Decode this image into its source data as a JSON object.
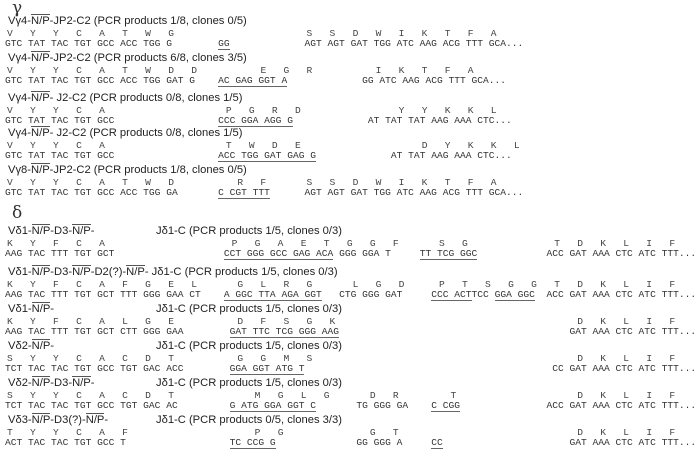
{
  "gamma": {
    "symbol": "γ",
    "entries": [
      {
        "header": [
          [
            "Vγ4-",
            ""
          ],
          [
            "N/P",
            "o"
          ],
          [
            "-JP2-C2 (PCR products 1/8, clones 0/5)",
            ""
          ]
        ],
        "aa": [
          {
            "c": 0,
            "t": "V   Y   Y   C   A   T   W   G"
          },
          {
            "c": 52,
            "t": "S   S   D   W   I   K   T   F   A"
          }
        ],
        "nt": [
          {
            "c": 0,
            "t": "GTC TAT TAC TGT GCC ACC TGG G"
          },
          {
            "c": 37,
            "t": "GG",
            "u": 1
          },
          {
            "c": 52,
            "t": "AGT AGT GAT TGG ATC AAG ACG TTT GCA..."
          }
        ]
      },
      {
        "header": [
          [
            "Vγ4-",
            ""
          ],
          [
            "N/P",
            "o"
          ],
          [
            "-JP2-C2 (PCR products 6/8, clones 3/5)",
            ""
          ]
        ],
        "aa": [
          {
            "c": 0,
            "t": "V   Y   Y   C   A   T   W   D   D"
          },
          {
            "c": 44,
            "t": "E   G   R"
          },
          {
            "c": 64,
            "t": "I   K   T   F   A"
          }
        ],
        "nt": [
          {
            "c": 0,
            "t": "GTC TAT TAC TGT GCC ACC TGG GAT G"
          },
          {
            "c": 37,
            "t": "AC GAG GGT A",
            "u": 1
          },
          {
            "c": 62,
            "t": "GG ATC AAG ACG TTT GCA..."
          }
        ]
      },
      {
        "header": [
          [
            "Vγ4-",
            ""
          ],
          [
            "N/P",
            "o"
          ],
          [
            "- J2-C2 (PCR products 0/8, clones 1/5)",
            ""
          ]
        ],
        "aa": [
          {
            "c": 0,
            "t": "V   Y   Y   C   A"
          },
          {
            "c": 38,
            "t": "P   G   R   D"
          },
          {
            "c": 68,
            "t": "Y   Y   K   K   L"
          }
        ],
        "nt": [
          {
            "c": 0,
            "t": "GTC TAT TAC TGT GCC"
          },
          {
            "c": 37,
            "t": "CCC GGA AGG G",
            "u": 1
          },
          {
            "c": 63,
            "t": "AT TAT TAT AAG AAA CTC..."
          }
        ]
      },
      {
        "header": [
          [
            "Vγ4-",
            ""
          ],
          [
            "N/P",
            "o"
          ],
          [
            "- J2-C2 (PCR products 0/8, clones 1/5)",
            ""
          ]
        ],
        "aa": [
          {
            "c": 0,
            "t": "V   Y   Y   C   A"
          },
          {
            "c": 38,
            "t": "T   W   D   E"
          },
          {
            "c": 72,
            "t": "D   Y   K   K   L"
          }
        ],
        "nt": [
          {
            "c": 0,
            "t": "GTC TAT TAC TGT GCC"
          },
          {
            "c": 37,
            "t": "ACC TGG GAT GAG G",
            "u": 1
          },
          {
            "c": 67,
            "t": "AT TAT AAG AAA CTC..."
          }
        ]
      },
      {
        "header": [
          [
            "Vγ8-",
            ""
          ],
          [
            "N/P",
            "o"
          ],
          [
            "-JP2-C2 (PCR products 1/8, clones 0/5)",
            ""
          ]
        ],
        "aa": [
          {
            "c": 0,
            "t": "V   Y   Y   C   A   T   W   D"
          },
          {
            "c": 40,
            "t": "R   F"
          },
          {
            "c": 52,
            "t": "S   S   D   W   I   K   T   F   A"
          }
        ],
        "nt": [
          {
            "c": 0,
            "t": "GTC TAT TAC TGT GCC ACC TGG GA"
          },
          {
            "c": 37,
            "t": "C CGT TTT",
            "u": 1
          },
          {
            "c": 52,
            "t": "AGT AGT GAT TGG ATC AAG ACG TTT GCA..."
          }
        ]
      }
    ]
  },
  "delta": {
    "symbol": "δ",
    "entries": [
      {
        "header": [
          [
            "Vδ1-",
            ""
          ],
          [
            "N/P",
            "o"
          ],
          [
            "-D3-",
            ""
          ],
          [
            "N/P",
            "o"
          ],
          [
            "-",
            ""
          ]
        ],
        "header2": {
          "c": 22,
          "t": "Jδ1-C (PCR products 1/5, clones 0/3)"
        },
        "aa": [
          {
            "c": 0,
            "t": "K   Y   F   C   A"
          },
          {
            "c": 39,
            "t": "P   G   A   E   T"
          },
          {
            "c": 59,
            "t": "G   G   F"
          },
          {
            "c": 75,
            "t": "S   G"
          },
          {
            "c": 95,
            "t": "T   D   K   L   I   F"
          }
        ],
        "nt": [
          {
            "c": 0,
            "t": "AAG TAC TTT TGT GCT"
          },
          {
            "c": 38,
            "t": "CCT GGG GCC GAG ACA",
            "u": 1
          },
          {
            "c": 58,
            "t": "GGG GGA T"
          },
          {
            "c": 72,
            "t": "TT TCG GGC",
            "u": 1
          },
          {
            "c": 94,
            "t": "ACC GAT AAA CTC ATC TTT..."
          }
        ]
      },
      {
        "header": [
          [
            "Vδ1-",
            ""
          ],
          [
            "N/P",
            "o"
          ],
          [
            "-D3-",
            ""
          ],
          [
            "N/P",
            "o"
          ],
          [
            "-D2(?)-",
            ""
          ],
          [
            "N/P",
            "o"
          ],
          [
            "- Jδ1-C (PCR products 1/5, clones 0/3)",
            ""
          ]
        ],
        "aa": [
          {
            "c": 0,
            "t": "K   Y   F   C   A   F   G   E   L"
          },
          {
            "c": 40,
            "t": "G   L   R   G"
          },
          {
            "c": 60,
            "t": "L   G   D"
          },
          {
            "c": 75,
            "t": "P   T   S   G   G"
          },
          {
            "c": 95,
            "t": "T   D   K   L   I   F"
          }
        ],
        "nt": [
          {
            "c": 0,
            "t": "AAG TAC TTT TGT GCT TTT GGG GAA CT"
          },
          {
            "c": 38,
            "t": "A GGC TTA AGA GGT",
            "u": 1
          },
          {
            "c": 58,
            "t": "CTG GGG GAT"
          },
          {
            "c": 74,
            "t": "CCC ACT",
            "u": 1
          },
          {
            "c": 81,
            "t": "TCC"
          },
          {
            "c": 85,
            "t": "GGA GGC",
            "u": 1
          },
          {
            "c": 94,
            "t": "ACC GAT AAA CTC ATC TTT..."
          }
        ]
      },
      {
        "header": [
          [
            "Vδ1-",
            ""
          ],
          [
            "N/P",
            "o"
          ],
          [
            "-",
            ""
          ]
        ],
        "header2": {
          "c": 22,
          "t": "Jδ1-C (PCR products 1/5, clones 0/3)"
        },
        "aa": [
          {
            "c": 0,
            "t": "K   Y   F   C   A   L   G   E"
          },
          {
            "c": 40,
            "t": "D   F   S   G   K"
          },
          {
            "c": 99,
            "t": "D   K   L   I   F"
          }
        ],
        "nt": [
          {
            "c": 0,
            "t": "AAG TAC TTT TGT GCT CTT GGG GAA"
          },
          {
            "c": 39,
            "t": "GAT TTC TCG GGG AAG",
            "u": 1
          },
          {
            "c": 98,
            "t": "GAT AAA CTC ATC TTT..."
          }
        ]
      },
      {
        "header": [
          [
            "Vδ2-",
            ""
          ],
          [
            "N/P",
            "o"
          ],
          [
            "-",
            ""
          ]
        ],
        "header2": {
          "c": 22,
          "t": "Jδ1-C (PCR products 1/5, clones 0/3)"
        },
        "aa": [
          {
            "c": 0,
            "t": "S   Y   Y   C   A   C   D   T"
          },
          {
            "c": 40,
            "t": "G   G   M   S"
          },
          {
            "c": 99,
            "t": "D   K   L   I   F"
          }
        ],
        "nt": [
          {
            "c": 0,
            "t": "TCT TAC TAC TGT GCC TGT GAC ACC"
          },
          {
            "c": 39,
            "t": "GGA GGT ATG T",
            "u": 1
          },
          {
            "c": 95,
            "t": "CC GAT AAA CTC ATC TTT..."
          }
        ]
      },
      {
        "header": [
          [
            "Vδ2-",
            ""
          ],
          [
            "N/P",
            "o"
          ],
          [
            "-D3-",
            ""
          ],
          [
            "N/P",
            "o"
          ],
          [
            "-",
            ""
          ]
        ],
        "header2": {
          "c": 22,
          "t": "Jδ1-C (PCR products 1/5, clones 0/3)"
        },
        "aa": [
          {
            "c": 0,
            "t": "S   Y   Y   C   A   C   D   T"
          },
          {
            "c": 43,
            "t": "M   G   L   G"
          },
          {
            "c": 63,
            "t": "D   R"
          },
          {
            "c": 77,
            "t": "T"
          },
          {
            "c": 99,
            "t": "D   K   L   I   F"
          }
        ],
        "nt": [
          {
            "c": 0,
            "t": "TCT TAC TAC TGT GCC TGT GAC AC"
          },
          {
            "c": 39,
            "t": "G ATG GGA GGT C",
            "u": 1
          },
          {
            "c": 61,
            "t": "TG GGG GA"
          },
          {
            "c": 74,
            "t": "C CGG",
            "u": 1
          },
          {
            "c": 94,
            "t": "ACC GAT AAA CTC ATC TTT..."
          }
        ]
      },
      {
        "header": [
          [
            "Vδ3-",
            ""
          ],
          [
            "N/P",
            "o"
          ],
          [
            "-D3(?)-",
            ""
          ],
          [
            "N/P",
            "o"
          ],
          [
            "-",
            ""
          ]
        ],
        "header2": {
          "c": 22,
          "t": "Jδ1-C (PCR products 0/5, clones 3/3)"
        },
        "aa": [
          {
            "c": 0,
            "t": "T   Y   Y   C   A   F"
          },
          {
            "c": 43,
            "t": "P   G"
          },
          {
            "c": 63,
            "t": "G   T"
          },
          {
            "c": 99,
            "t": "D   K   L   I   F"
          }
        ],
        "nt": [
          {
            "c": 0,
            "t": "ACT TAC TAC TGT GCC T"
          },
          {
            "c": 39,
            "t": "TC CCG G",
            "u": 1
          },
          {
            "c": 61,
            "t": "GG GGG A"
          },
          {
            "c": 74,
            "t": "CC",
            "u": 1
          },
          {
            "c": 98,
            "t": "GAT AAA CTC ATC TTT..."
          }
        ]
      }
    ]
  }
}
